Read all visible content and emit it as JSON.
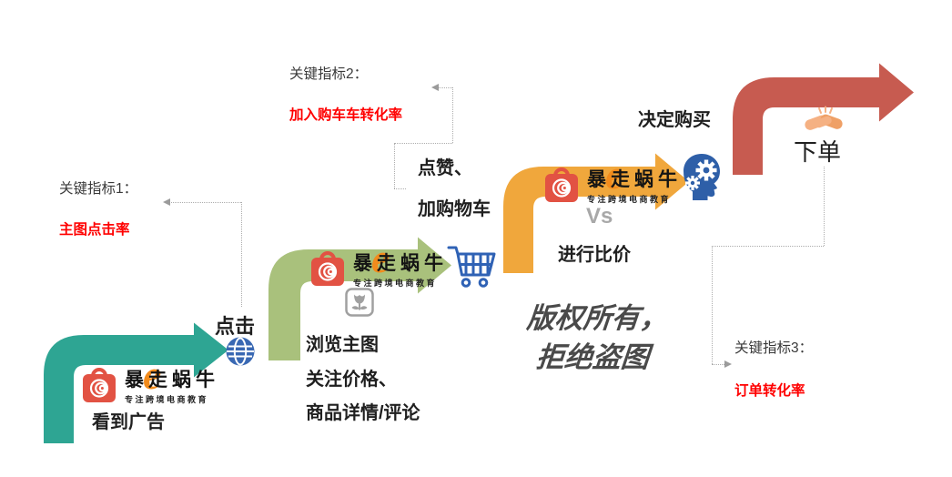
{
  "brand": {
    "name": "暴走蜗牛",
    "tagline": "专注跨境电商教育",
    "e_mark": "e",
    "icon": "snail-bag-icon"
  },
  "indicators": [
    {
      "title": "关键指标1：",
      "value": "主图点击率"
    },
    {
      "title": "关键指标2：",
      "value": "加入购车车转化率"
    },
    {
      "title": "关键指标3：",
      "value": "订单转化率"
    }
  ],
  "stages": {
    "see_ad": {
      "label": "看到广告"
    },
    "click": {
      "label": "点击",
      "icon": "globe-icon"
    },
    "browse": {
      "lines": [
        "浏览主图",
        "关注价格、",
        "商品详情/评论"
      ],
      "icon": "image-placeholder-icon"
    },
    "add_cart": {
      "lines": [
        "点赞、",
        "加购物车"
      ],
      "icon": "cart-icon"
    },
    "compare": {
      "vs_label": "Vs",
      "label": "进行比价",
      "icon": "head-gears-icon"
    },
    "decide": {
      "label": "决定购买"
    },
    "order": {
      "label": "下单",
      "icon": "handshake-icon"
    }
  },
  "watermark": {
    "line1": "版权所有，",
    "line2": "拒绝盗图"
  },
  "colors": {
    "teal_arrow": "#2EA593",
    "green_arrow": "#A9C17C",
    "yellow_arrow": "#F0A73C",
    "red_arrow": "#C75B50",
    "indicator_value": "#FF0000",
    "step_text": "#1F1F1F",
    "vs_text": "#A8A8A8",
    "watermark_text": "#4A4A4A",
    "logo_red": "#E25243",
    "globe_blue": "#3968B3",
    "cart_blue": "#2F62B5",
    "head_blue": "#2E5FA8",
    "handshake_orange": "#F5B183",
    "connector_gray": "#ADADAD"
  }
}
